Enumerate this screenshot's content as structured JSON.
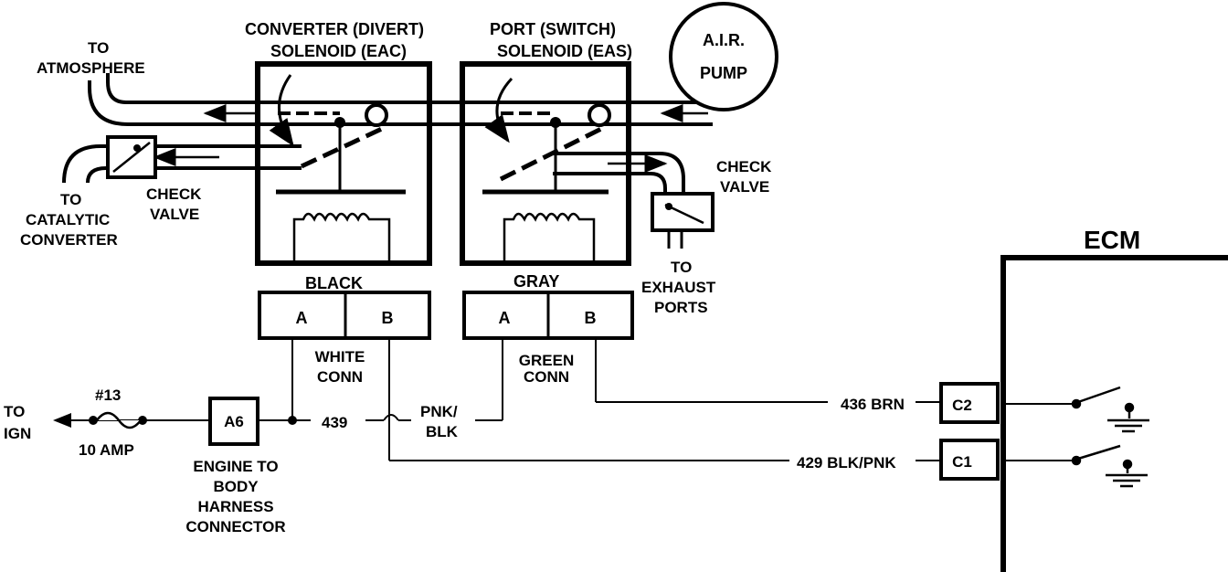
{
  "colors": {
    "ink": "#000000",
    "paper": "#ffffff"
  },
  "solenoids": {
    "converter": {
      "title_line1": "CONVERTER (DIVERT)",
      "title_line2": "SOLENOID (EAC)",
      "wire_color": "BLACK",
      "pin_a": "A",
      "pin_b": "B",
      "conn_line1": "WHITE",
      "conn_line2": "CONN"
    },
    "port": {
      "title_line1": "PORT (SWITCH)",
      "title_line2": "SOLENOID (EAS)",
      "wire_color": "GRAY",
      "pin_a": "A",
      "pin_b": "B",
      "conn_line1": "GREEN",
      "conn_line2": "CONN"
    }
  },
  "air_pump": {
    "line1": "A.I.R.",
    "line2": "PUMP"
  },
  "labels": {
    "to_atmosphere_1": "TO",
    "to_atmosphere_2": "ATMOSPHERE",
    "to_cat_1": "TO",
    "to_cat_2": "CATALYTIC",
    "to_cat_3": "CONVERTER",
    "check_valve_left_1": "CHECK",
    "check_valve_left_2": "VALVE",
    "check_valve_right_1": "CHECK",
    "check_valve_right_2": "VALVE",
    "to_exhaust_1": "TO",
    "to_exhaust_2": "EXHAUST",
    "to_exhaust_3": "PORTS"
  },
  "circuit": {
    "to_ign_1": "TO",
    "to_ign_2": "IGN",
    "fuse_number": "#13",
    "fuse_rating": "10 AMP",
    "connector_a6": "A6",
    "engine_conn_1": "ENGINE TO",
    "engine_conn_2": "BODY",
    "engine_conn_3": "HARNESS",
    "engine_conn_4": "CONNECTOR",
    "wire_439": "439",
    "pnk_blk_1": "PNK/",
    "pnk_blk_2": "BLK",
    "wire_436": "436 BRN",
    "wire_429": "429 BLK/PNK"
  },
  "ecm": {
    "title": "ECM",
    "pin_c2": "C2",
    "pin_c1": "C1"
  }
}
